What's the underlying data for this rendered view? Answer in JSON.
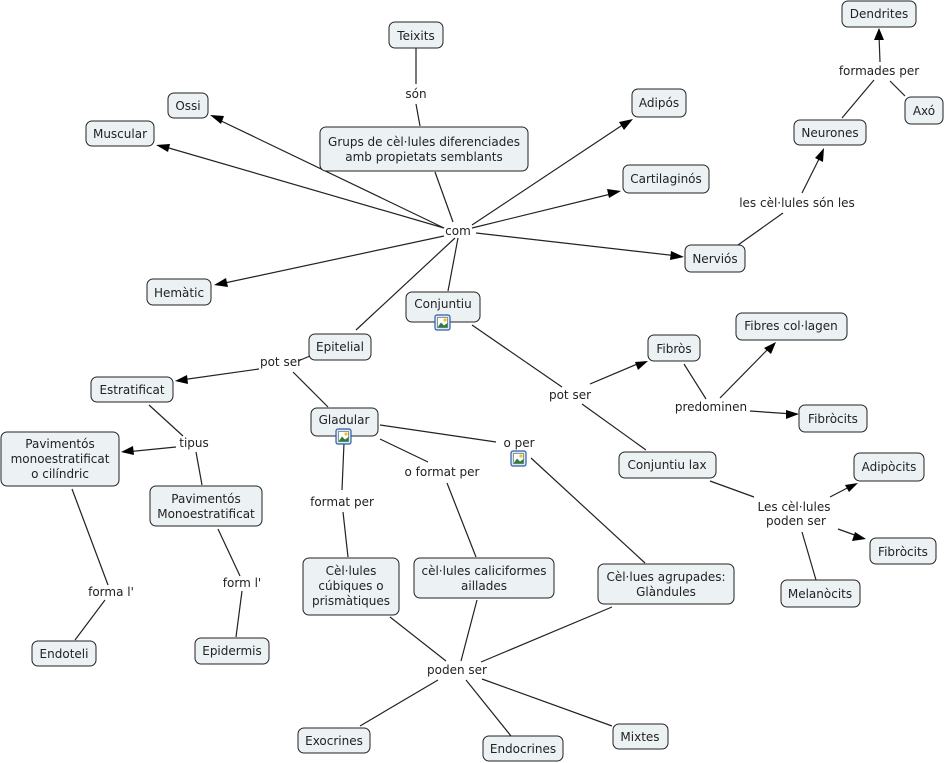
{
  "concepts": {
    "teixits": "Teixits",
    "grups": [
      "Grups de cèl·lules diferenciades",
      "amb propietats semblants"
    ],
    "ossi": "Ossi",
    "muscular": "Muscular",
    "adipos": "Adipós",
    "cartilaginos": "Cartilaginós",
    "nervios": "Nerviós",
    "hematic": "Hemàtic",
    "conjuntiu": "Conjuntiu",
    "epitelial": "Epitelial",
    "dendrites": "Dendrites",
    "axo": "Axó",
    "neurones": "Neurones",
    "estratificat": "Estratificat",
    "pav_mono_cil": [
      "Pavimentós",
      "monoestratificat",
      "o cilíndric"
    ],
    "pav_mono": [
      "Pavimentós",
      "Monoestratificat"
    ],
    "gladular": "Gladular",
    "fibros": "Fibròs",
    "fibres_colagen": "Fibres col·lagen",
    "fibrocits1": "Fibròcits",
    "conjuntiu_lax": "Conjuntiu lax",
    "adipocits": "Adipòcits",
    "fibrocits2": "Fibròcits",
    "melanocits": "Melanòcits",
    "cel_cubiques": [
      "Cèl·lules",
      "cúbiques o",
      "prismàtiques"
    ],
    "cel_caliciformes": [
      "cèl·lules caliciformes",
      "aillades"
    ],
    "cel_agrupades": [
      "Cèl·lues agrupades:",
      "Glàndules"
    ],
    "endoteli": "Endoteli",
    "epidermis": "Epidermis",
    "exocrines": "Exocrines",
    "endocrines": "Endocrines",
    "mixtes": "Mixtes"
  },
  "links": {
    "son": "són",
    "com": "com",
    "les_cel_son": "les cèl·lules són les",
    "formades_per": "formades per",
    "pot_ser_epi": "pot ser",
    "pot_ser_conj": "pot ser",
    "tipus": "tipus",
    "predominen": "predominen",
    "les_cel_poden": [
      "Les cèl·lules",
      "poden ser"
    ],
    "format_per": "format per",
    "o_format_per": "o format per",
    "o_per": "o per",
    "forma_l": "forma l'",
    "form_l": "form l'",
    "poden_ser": "poden ser"
  },
  "icons": [
    "image-resource-icon",
    "image-resource-icon",
    "image-resource-icon"
  ]
}
